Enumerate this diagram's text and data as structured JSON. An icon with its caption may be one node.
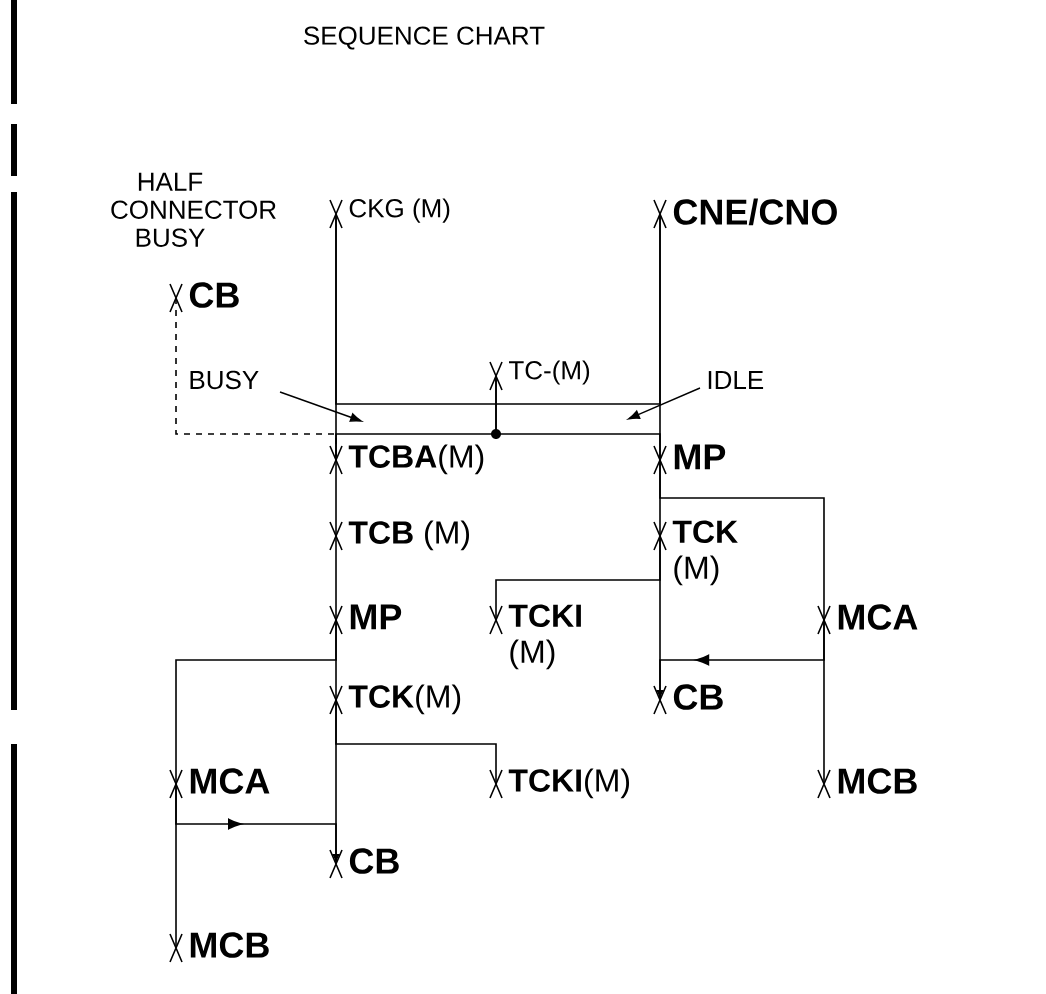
{
  "diagram": {
    "title": "SEQUENCE CHART",
    "nodes": [
      {
        "text": [
          "CB"
        ],
        "beside": [
          "HALF CONNECTOR BUSY"
        ]
      },
      {
        "text": [
          "CKG (M)"
        ]
      },
      {
        "text": [
          "CNE/CNO"
        ]
      },
      {
        "text": [
          "TC-(M)"
        ]
      },
      {
        "text": [
          "**TCBA**(M)"
        ]
      },
      {
        "text": [
          "MP"
        ]
      },
      {
        "text": [
          "**TCB** (M)"
        ]
      },
      {
        "text": [
          "**TCK** (M)"
        ]
      },
      {
        "text": [
          "MP"
        ]
      },
      {
        "text": [
          "**TCKI** (M)"
        ]
      },
      {
        "text": [
          "MCA"
        ]
      },
      {
        "text": [
          "**TCK**(M)"
        ]
      },
      {
        "text": [
          "CB"
        ]
      },
      {
        "text": [
          "MCA"
        ]
      },
      {
        "text": [
          "**TCKI**(M)"
        ]
      },
      {
        "text": [
          "MCB"
        ]
      },
      {
        "text": [
          "CB"
        ]
      },
      {
        "text": [
          "MCB"
        ]
      }
    ],
    "edges": [
      {
        "from": 0,
        "to": 4,
        "arrow": "none",
        "style": "dashed"
      },
      {
        "from": 1,
        "to": 4,
        "arrow": "none"
      },
      {
        "from": 2,
        "to": 5,
        "arrow": "none"
      },
      {
        "from": 1,
        "to": 2,
        "arrow": "none"
      },
      {
        "from": 3,
        "to": 4,
        "arrow": "none"
      },
      {
        "from": 3,
        "to": 5,
        "arrow": "none"
      },
      {
        "from": 4,
        "to": 6,
        "arrow": "none"
      },
      {
        "from": 6,
        "to": 8,
        "arrow": "none"
      },
      {
        "from": 8,
        "to": 11,
        "arrow": "none"
      },
      {
        "from": 11,
        "to": 16,
        "arrow": "none"
      },
      {
        "from": 5,
        "to": 7,
        "arrow": "none"
      },
      {
        "from": 7,
        "to": 12,
        "arrow": "none"
      },
      {
        "from": 7,
        "to": 9,
        "arrow": "none"
      },
      {
        "from": 5,
        "to": 10,
        "arrow": "none"
      },
      {
        "from": 10,
        "to": 15,
        "arrow": "none"
      },
      {
        "from": 10,
        "to": 12,
        "arrow": "to"
      },
      {
        "from": 8,
        "to": 13,
        "arrow": "none"
      },
      {
        "from": 13,
        "to": 17,
        "arrow": "none"
      },
      {
        "from": 11,
        "to": 14,
        "arrow": "none"
      },
      {
        "from": 13,
        "to": 16,
        "arrow": "to"
      }
    ],
    "labels": [
      "BUSY",
      "IDLE"
    ]
  }
}
